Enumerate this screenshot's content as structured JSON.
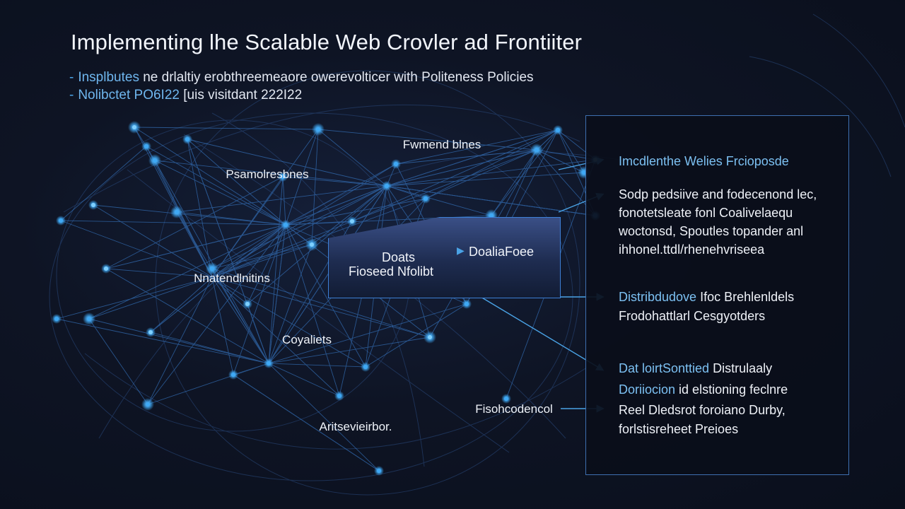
{
  "title": "Implementing lhe Scalable Web Crovler ad Frontiiter",
  "subtitle": {
    "line1": {
      "accent": "Insplbutes",
      "rest": "ne drlaltiy erobthreemeaore owerevolticer with Politeness Policies"
    },
    "line2": {
      "accent": "Nolibctet PO6I22",
      "rest": "[uis visitdant 222I22"
    }
  },
  "diagram_labels": {
    "top_center": "Fwmend blnes",
    "top_left": "Psamolresbnes",
    "left_hub": "Nnatendlnitins",
    "lower_mid": "Coyaliets",
    "bottom_right": "Fisohcodencol",
    "bottom_left": "Aritsevieirbor."
  },
  "center_box": {
    "line1": "Doats",
    "line2": "Fioseed Nfolibt",
    "side_label": "DoaliaFoee",
    "arrow": "▶"
  },
  "panel": {
    "heading": "Imcdlenthe Welies Frcioposde",
    "para1": [
      "Sodp pedsiive and fodecenond lec,",
      "fonotetsleate fonl Coalivelaequ",
      "woctonsd, Spoutles topander anl",
      "ihhonel.ttdl/rhenehvriseea"
    ],
    "item2": {
      "blue": "Distribdudove",
      "white": " Ifoc Brehlenldels",
      "line2": "Frodohattlarl Cesgyotders"
    },
    "item3": {
      "blue": "Dat loirtSonttied",
      "white": " Distrulaaly",
      "line2": "Doriiocion",
      "line2_rest": " id elstioning feclnre"
    },
    "item4": [
      "Reel Dledsrot foroiano Durby,",
      "forlstisreheet Preioes"
    ]
  },
  "colors": {
    "accent": "#4aa3e6",
    "panel_border": "#3e6fb0",
    "node": "#3fa9f5"
  }
}
